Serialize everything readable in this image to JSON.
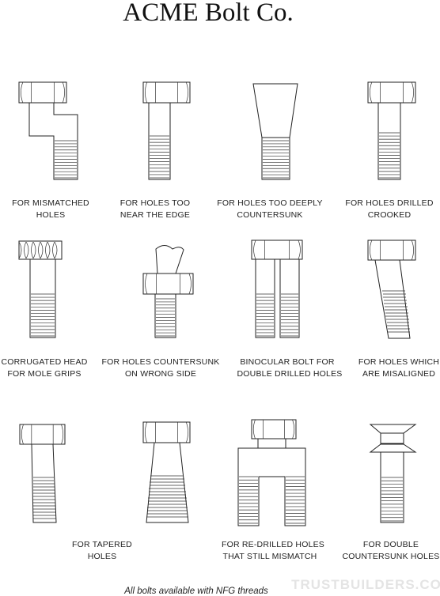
{
  "title": "ACME Bolt Co.",
  "captions": [
    {
      "line1": "FOR MISMATCHED",
      "line2": "HOLES"
    },
    {
      "line1": "FOR HOLES TOO",
      "line2": "NEAR THE EDGE"
    },
    {
      "line1": "FOR HOLES TOO DEEPLY",
      "line2": "COUNTERSUNK"
    },
    {
      "line1": "FOR HOLES DRILLED",
      "line2": "CROOKED"
    },
    {
      "line1": "CORRUGATED HEAD",
      "line2": "FOR MOLE GRIPS"
    },
    {
      "line1": "FOR HOLES COUNTERSUNK",
      "line2": "ON WRONG SIDE"
    },
    {
      "line1": "BINOCULAR BOLT FOR",
      "line2": "DOUBLE DRILLED HOLES"
    },
    {
      "line1": "FOR HOLES WHICH",
      "line2": "ARE MISALIGNED"
    },
    {
      "line1": "FOR TAPERED",
      "line2": "HOLES"
    },
    {
      "line1": "FOR RE-DRILLED HOLES",
      "line2": "THAT STILL MISMATCH"
    },
    {
      "line1": "FOR DOUBLE",
      "line2": "COUNTERSUNK HOLES"
    }
  ],
  "footer": "All bolts available with NFG threads",
  "watermark": "TRUSTBUILDERS.CO"
}
